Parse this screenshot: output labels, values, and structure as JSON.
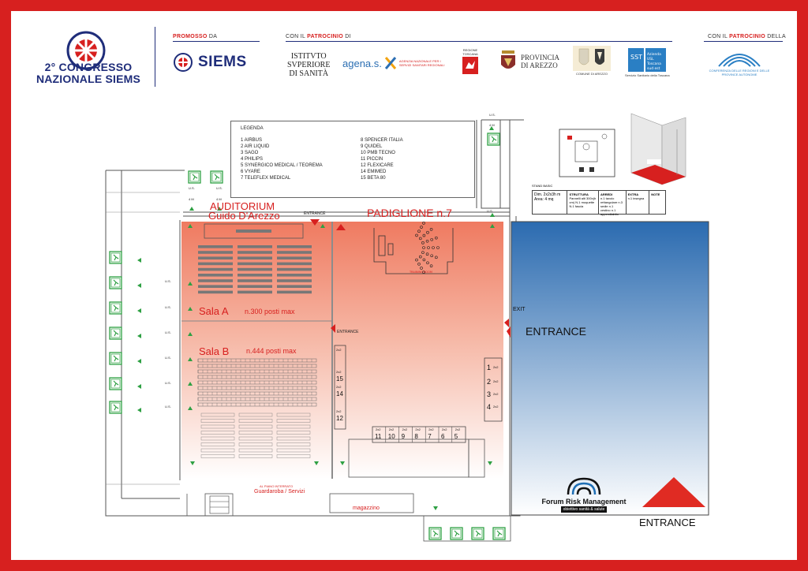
{
  "header": {
    "title_line1": "2° CONGRESSO",
    "title_line2": "NAZIONALE SIEMS",
    "promosso_prefix": "PROMOSSO",
    "promosso_suffix": " DA",
    "patrocinio_prefix": "CON IL ",
    "patrocinio_word": "PATROCINIO",
    "patrocinio_suffix": " DI",
    "patrocinio2_prefix": "CON IL ",
    "patrocinio2_word": "PATROCINIO",
    "patrocinio2_suffix": " DELLA",
    "siems_name": "SIEMS",
    "iss_line1": "ISTITVTO",
    "iss_line2": "SVPERIORE",
    "iss_line3": "DI SANITÀ",
    "agenas_name": "agena.s.",
    "agenas_sub": "AGENZIA NAZIONALE PER I SERVIZI SANITARI REGIONALI",
    "regione_label": "REGIONE TOSCANA",
    "provincia_line1": "PROVINCIA",
    "provincia_line2": "DI AREZZO",
    "comune_label": "COMUNE DI AREZZO",
    "usl_label": "Azienda USL Toscana sud est",
    "usl_sub": "Servizio Sanitario della Toscana",
    "conferenza_label": "CONFERENZA DELLE REGIONI E DELLE PROVINCE AUTONOME"
  },
  "legend": {
    "title": "LEGENDA",
    "left": [
      "1   AIRBUS",
      "2   AIR LIQUID",
      "3   SAGO",
      "4   PHILIPS",
      "5   SYNERGICO MEDICAL / TEOREMA",
      "6   VYARE",
      "7   TELEFLEX MEDICAL"
    ],
    "right": [
      "8   SPENCER ITALIA",
      "9   QUIDEL",
      "10  PMB TECNO",
      "11  PICCIN",
      "12  FLEXICARE",
      "14  EMIMED",
      "15  BETA 80"
    ]
  },
  "map": {
    "auditorium_line1": "AUDITORIUM",
    "auditorium_line2": "Guido D'Arezzo",
    "padiglione": "PADIGLIONE n.7",
    "sala_a": "Sala A",
    "sala_a_cap": "n.300 posti max",
    "sala_b": "Sala B",
    "sala_b_cap": "n.444 posti max",
    "entrance_small": "ENTRANCE",
    "entrance_big": "ENTRANCE",
    "exit": "EXIT",
    "magazzino": "magazzino",
    "guardaroba_line1": "AL PIANO INTERRATO",
    "guardaroba_line2": "Guardaroba / Servizi",
    "training_room": "TRAINING ROOM",
    "us": "U.S.",
    "four_m": "4 M"
  },
  "stand": {
    "title": "STAND BASIC",
    "dim": "Dim. 2x2x3h m",
    "area": "Area: 4 mq",
    "struttura_h": "STRUTTURA",
    "struttura": "Pannelli alti 300x(h cm) N.1 moquette N.1 fascia",
    "arredi_h": "ARREDI",
    "arredi": "n.1 tavolo rettangolare n.3 sedie n.1 cestino n.1 appendiabito",
    "extra_h": "EXTRA",
    "extra": "n.1 insegna",
    "note_h": "NOTE"
  },
  "stands_right": [
    "1",
    "2",
    "3",
    "4"
  ],
  "stands_left": [
    "15",
    "14",
    "12"
  ],
  "stands_bottom": [
    "11",
    "10",
    "9",
    "8",
    "7",
    "6",
    "5"
  ],
  "stand_size": "2x2",
  "forum": {
    "title": "Forum Risk Management",
    "sub_a": "obiettivo",
    "sub_b": " sanità & salute"
  },
  "colors": {
    "brand_red": "#d7201f",
    "brand_blue": "#1f2d7a",
    "hall_blue": "#2b6bb0",
    "exit_green": "#2ea043"
  }
}
